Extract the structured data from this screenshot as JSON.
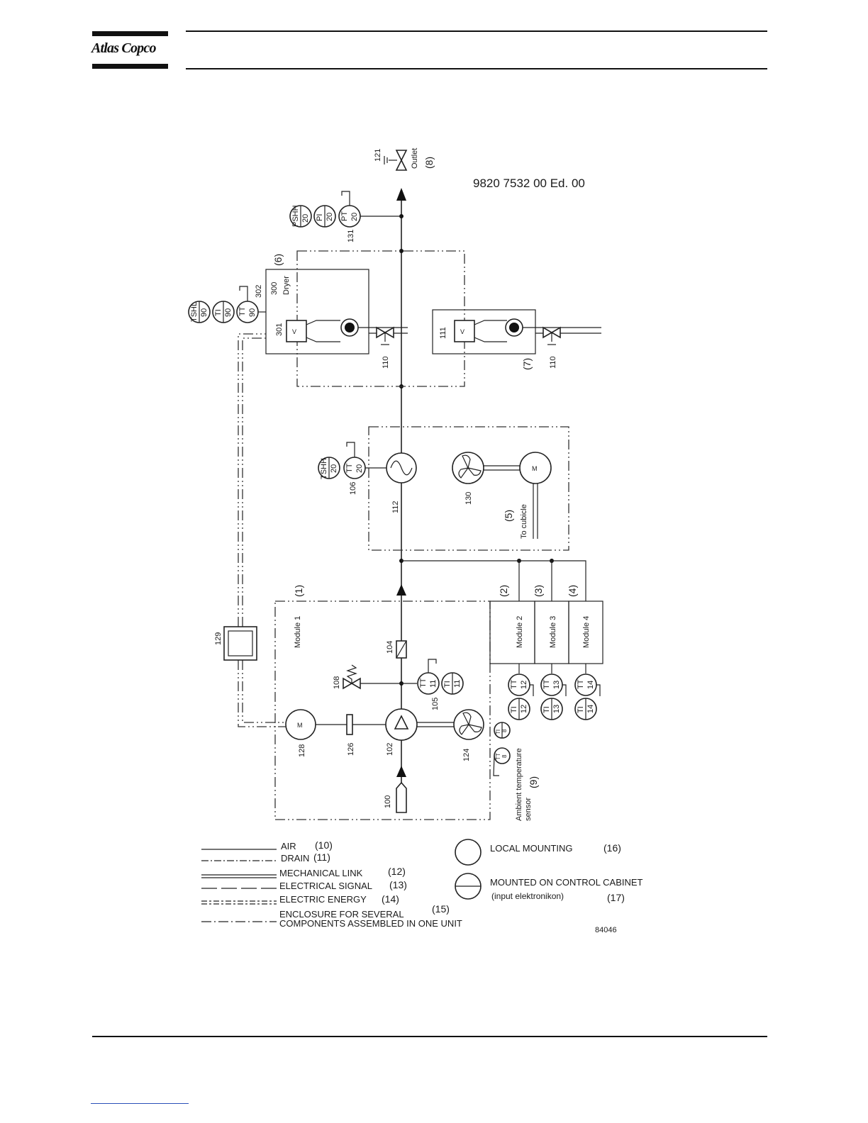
{
  "header": {
    "logo_text": "Atlas Copco"
  },
  "drawing": {
    "doc_number": "9820 7532 00 Ed. 00",
    "figure_number": "84046",
    "tags": {
      "t121": "121",
      "outlet": "Outlet",
      "n8": "(8)",
      "pshh": "PSHH",
      "pshh_n": "20",
      "pi": "PI",
      "pi_n": "20",
      "pt": "PT",
      "pt_n": "20",
      "t131": "131",
      "tshl": "TSHL",
      "tshl_n": "90",
      "ti90": "TI",
      "ti90_n": "90",
      "tt90": "TT",
      "tt90_n": "90",
      "t302": "302",
      "t300": "300",
      "dryer": "Dryer",
      "n6": "(6)",
      "t301": "301",
      "t110a": "110",
      "t111": "111",
      "t110b": "110",
      "n7": "(7)",
      "tshh": "TSHH",
      "tshh_n": "20",
      "tt20": "TT",
      "tt20_n": "20",
      "t106": "106",
      "t112": "112",
      "t130": "130",
      "n5": "(5)",
      "cubicle": "To cubicle",
      "n1": "(1)",
      "n2": "(2)",
      "n3": "(3)",
      "n4": "(4)",
      "module1": "Module 1",
      "module2": "Module 2",
      "module3": "Module 3",
      "module4": "Module 4",
      "t129": "129",
      "t104": "104",
      "t108": "108",
      "tt11": "TT",
      "tt11_n": "11",
      "ti11": "TI",
      "ti11_n": "11",
      "t105": "105",
      "tt12": "TT",
      "tt12_n": "12",
      "ti12": "TI",
      "ti12_n": "12",
      "tt13": "TT",
      "tt13_n": "13",
      "ti13": "TI",
      "ti13_n": "13",
      "tt14": "TT",
      "tt14_n": "14",
      "ti14": "TI",
      "ti14_n": "14",
      "t128": "128",
      "t126": "126",
      "t102": "102",
      "t124": "124",
      "t100": "100",
      "amb_tt": "TT",
      "amb_tt_n": "8",
      "amb_ti": "TI",
      "amb_ti_n": "8",
      "ambient1": "Ambient temperature",
      "ambient2": "sensor",
      "n9": "(9)"
    }
  },
  "legend": {
    "air": "AIR",
    "air_n": "(10)",
    "drain": "DRAIN",
    "drain_n": "(11)",
    "mech": "MECHANICAL LINK",
    "mech_n": "(12)",
    "esignal": "ELECTRICAL SIGNAL",
    "esignal_n": "(13)",
    "eenergy": "ELECTRIC ENERGY",
    "eenergy_n": "(14)",
    "encl1": "ENCLOSURE FOR SEVERAL",
    "encl_n": "(15)",
    "encl2": "COMPONENTS ASSEMBLED IN ONE UNIT",
    "local": "LOCAL MOUNTING",
    "local_n": "(16)",
    "cabinet": "MOUNTED ON CONTROL CABINET",
    "cabinet_sub": "(input elektronikon)",
    "cabinet_n": "(17)"
  }
}
